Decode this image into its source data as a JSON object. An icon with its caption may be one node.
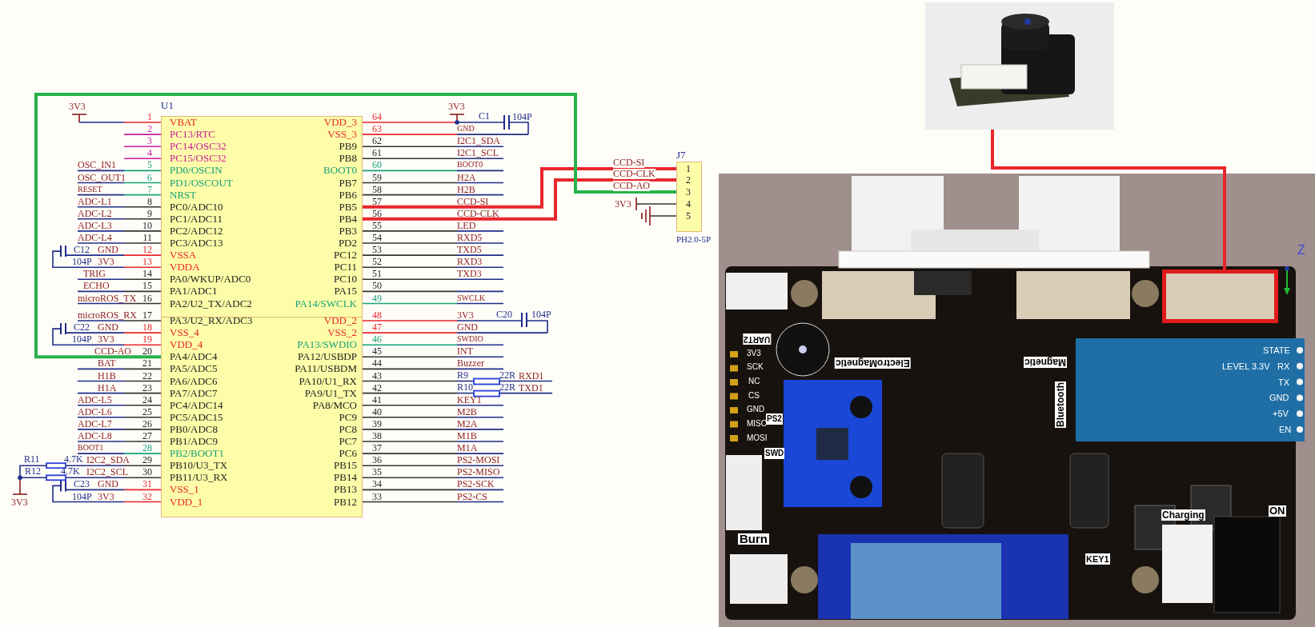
{
  "diagram": {
    "nodes": [
      {
        "text": [
          "U1"
        ]
      },
      {
        "text": [
          "J7"
        ],
        "beside": [
          "PH2.0-5P"
        ]
      },
      {
        "text": [],
        "shape": "picture"
      },
      {
        "text": [],
        "shape": "picture"
      },
      {
        "text": [],
        "shape": "box",
        "in": 3
      }
    ],
    "edges": [
      {
        "from": 0,
        "to": 1,
        "arrow": "none",
        "label": "CCD-SI"
      },
      {
        "from": 0,
        "to": 1,
        "arrow": "none",
        "label": "CCD-CLK"
      },
      {
        "from": 0,
        "to": 1,
        "arrow": "none",
        "label": "CCD-AO",
        "color": "#27b24a"
      },
      {
        "from": 2,
        "to": 4,
        "arrow": "none"
      }
    ],
    "labels": [
      "1",
      "VBAT",
      "2",
      "PC13/RTC",
      "3",
      "PC14/OSC32",
      "4",
      "PC15/OSC32",
      "OSC_IN1",
      "5",
      "PD0/OSCIN",
      "OSC_OUT1",
      "6",
      "PD1/OSCOUT",
      "RESET",
      "7",
      "NRST",
      "ADC-L1",
      "8",
      "PC0/ADC10",
      "ADC-L2",
      "9",
      "PC1/ADC11",
      "ADC-L3",
      "10",
      "PC2/ADC12",
      "ADC-L4",
      "11",
      "PC3/ADC13",
      "GND",
      "12",
      "VSSA",
      "3V3",
      "13",
      "VDDA",
      "TRIG",
      "14",
      "PA0/WKUP/ADC0",
      "ECHO",
      "15",
      "PA1/ADC1",
      "microROS_TX",
      "16",
      "PA2/U2_TX/ADC2",
      "microROS_RX",
      "17",
      "PA3/U2_RX/ADC3",
      "GND",
      "18",
      "VSS_4",
      "3V3",
      "19",
      "VDD_4",
      "CCD-AO",
      "20",
      "PA4/ADC4",
      "BAT",
      "21",
      "PA5/ADC5",
      "H1B",
      "22",
      "PA6/ADC6",
      "H1A",
      "23",
      "PA7/ADC7",
      "ADC-L5",
      "24",
      "PC4/ADC14",
      "ADC-L6",
      "25",
      "PC5/ADC15",
      "ADC-L7",
      "26",
      "PB0/ADC8",
      "ADC-L8",
      "27",
      "PB1/ADC9",
      "BOOT1",
      "28",
      "PB2/BOOT1",
      "I2C2_SDA",
      "29",
      "PB10/U3_TX",
      "I2C2_SCL",
      "30",
      "PB11/U3_RX",
      "GND",
      "31",
      "VSS_1",
      "3V3",
      "32",
      "VDD_1",
      "64",
      "VDD_3",
      "63",
      "VSS_3",
      "GND",
      "62",
      "PB9",
      "I2C1_SDA",
      "61",
      "PB8",
      "I2C1_SCL",
      "60",
      "BOOT0",
      "BOOT0",
      "59",
      "PB7",
      "H2A",
      "58",
      "PB6",
      "H2B",
      "57",
      "PB5",
      "CCD-SI",
      "56",
      "PB4",
      "CCD-CLK",
      "55",
      "PB3",
      "LED",
      "54",
      "PD2",
      "RXD5",
      "53",
      "PC12",
      "TXD5",
      "52",
      "PC11",
      "RXD3",
      "51",
      "PC10",
      "TXD3",
      "50",
      "PA15",
      "49",
      "PA14/SWCLK",
      "SWCLK",
      "48",
      "VDD_2",
      "3V3",
      "47",
      "VSS_2",
      "GND",
      "46",
      "PA13/SWDIO",
      "SWDIO",
      "45",
      "PA12/USBDP",
      "INT",
      "44",
      "PA11/USBDM",
      "Buzzer",
      "43",
      "PA10/U1_RX",
      "RXD1",
      "42",
      "PA9/U1_TX",
      "TXD1",
      "41",
      "PA8/MCO",
      "KEY1",
      "40",
      "PC9",
      "M2B",
      "39",
      "PC8",
      "M2A",
      "38",
      "PC7",
      "M1B",
      "37",
      "PC6",
      "M1A",
      "36",
      "PB15",
      "PS2-MOSI",
      "35",
      "PB14",
      "PS2-MISO",
      "34",
      "PB13",
      "PS2-SCK",
      "33",
      "PB12",
      "PS2-CS",
      "3V3",
      "C12",
      "104P",
      "C22",
      "104P",
      "R11",
      "4.7K",
      "R12",
      "4.7K",
      "3V3",
      "C23",
      "104P",
      "3V3",
      "C1",
      "104P",
      "C20",
      "104P",
      "R9",
      "22R",
      "R10",
      "22R",
      "1",
      "2",
      "3",
      "4",
      "5",
      "3V3",
      "UART2",
      "ElectroMagnetic",
      "Magnetic",
      "Bluetooth",
      "STATE",
      "LEVEL 3.3V",
      "RX",
      "TX",
      "GND",
      "+5V",
      "EN",
      "3V3",
      "SCK",
      "NC",
      "CS",
      "GND",
      "MISO",
      "MOSI",
      "PS2",
      "SWD",
      "Burn",
      "KEY1",
      "Charging",
      "ON",
      "Z"
    ]
  }
}
